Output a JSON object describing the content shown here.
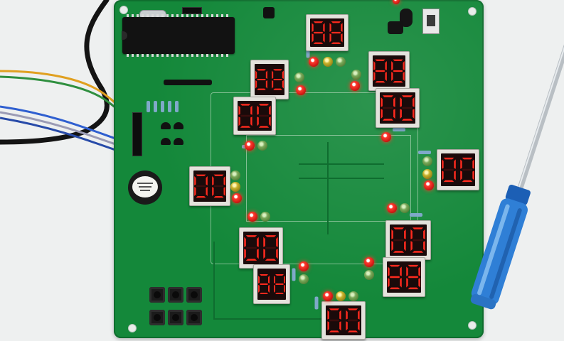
{
  "scene": {
    "board_color": "#14883a",
    "board_text": "",
    "buzzer_label": ""
  },
  "displays": {
    "north": "88",
    "nw_top": "88",
    "nw_bottom": "00",
    "ne_top": "88",
    "ne_bottom": "00",
    "east": "00",
    "west": "00",
    "sw_top": "00",
    "sw_bottom": "88",
    "se_top": "00",
    "se_bottom": "88",
    "south": "00"
  },
  "colors": {
    "led_red": "#ff3b2f",
    "led_yellow": "#c8b22c",
    "led_green": "#7aa95a",
    "segment_on": "#ff2a1e",
    "segment_off": "#3a0d0d"
  }
}
